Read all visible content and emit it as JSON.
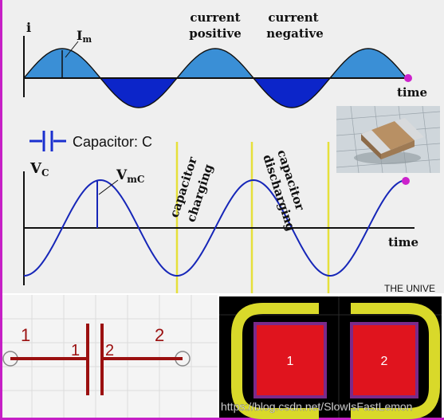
{
  "top_plot": {
    "axis_y_label": "i",
    "axis_x_label": "time",
    "peak_label_main": "I",
    "peak_label_sub": "m",
    "annot_pos_line1": "current",
    "annot_pos_line2": "positive",
    "annot_neg_line1": "current",
    "annot_neg_line2": "negative",
    "color_positive": "#3a8fd6",
    "color_negative": "#0c25c9"
  },
  "legend": {
    "label": "Capacitor: C"
  },
  "bottom_plot": {
    "axis_y_label_main": "V",
    "axis_y_label_sub": "C",
    "axis_x_label": "time",
    "peak_label_main": "V",
    "peak_label_sub": "mC",
    "annot_charging_line1": "capacitor",
    "annot_charging_line2": "charging",
    "annot_discharging_line1": "capacitor",
    "annot_discharging_line2": "discharging",
    "marker_color": "#cc22cc",
    "guide_color": "#e6e03a"
  },
  "credit_text": "THE UNIVE",
  "symbol_panel": {
    "pin1_label": "1",
    "pin2_label": "2",
    "plate1_label": "1",
    "plate2_label": "2",
    "lead_color": "#9b1010"
  },
  "footprint_panel": {
    "pad1_label": "1",
    "pad2_label": "2",
    "pad_color": "#e0141e",
    "outline_color": "#d9d92a"
  },
  "watermark": "https://blog.csdn.net/SlowIsFastLemon"
}
